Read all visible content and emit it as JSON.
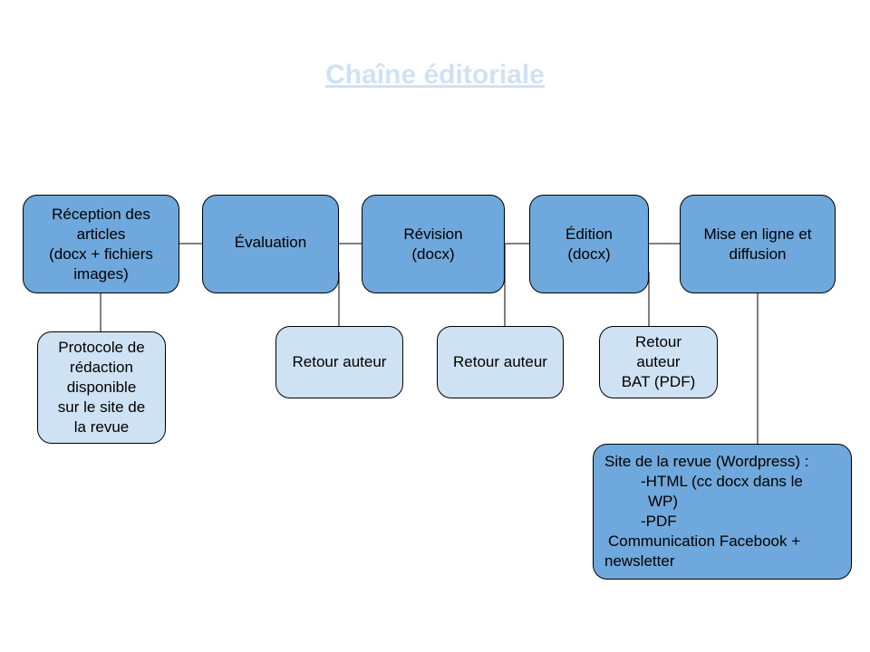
{
  "title": "Chaîne éditoriale",
  "colors": {
    "main": "#6fa8dc",
    "secondary": "#cfe2f3",
    "title": "#cfe2f3"
  },
  "steps": [
    {
      "lines": [
        "Réception des",
        "articles",
        "(docx + fichiers",
        "images)"
      ]
    },
    {
      "lines": [
        "Évaluation"
      ]
    },
    {
      "lines": [
        "Révision",
        "(docx)"
      ]
    },
    {
      "lines": [
        "Édition",
        "(docx)"
      ]
    },
    {
      "lines": [
        "Mise en ligne et",
        "diffusion"
      ]
    }
  ],
  "sub_boxes": {
    "protocole": [
      "Protocole de",
      "rédaction",
      "disponible",
      "sur le site de",
      "la revue"
    ],
    "retour_evaluation": [
      "Retour auteur"
    ],
    "retour_revision": [
      "Retour auteur"
    ],
    "retour_edition": [
      "Retour",
      "auteur",
      "BAT (PDF)"
    ],
    "site": [
      "Site de la revue (Wordpress) :",
      "-HTML (cc docx dans le",
      "WP)",
      "-PDF",
      "Communication Facebook +",
      "newsletter"
    ]
  }
}
